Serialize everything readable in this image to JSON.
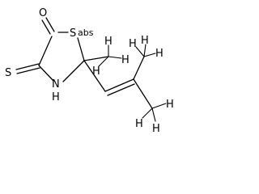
{
  "molecule": {
    "atoms": {
      "carbonyl_oxygen": "O",
      "ring_sulfur": "S",
      "abs_marker": "abs",
      "thioxo_sulfur": "S",
      "ring_nitrogen": "N",
      "ring_nitrogen_h": "H",
      "methyl_h_top": "H",
      "methyl_h_left": "H",
      "methyl_h_right": "H",
      "right_methyl_h_1": "H",
      "right_methyl_h_2": "H",
      "right_methyl_h_3": "H",
      "lower_methyl_h_1": "H",
      "lower_methyl_h_2": "H",
      "lower_methyl_h_3": "H"
    }
  }
}
